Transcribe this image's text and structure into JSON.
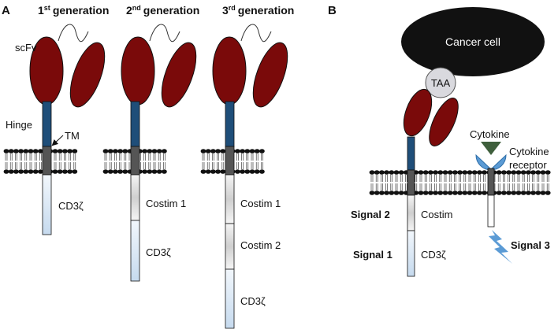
{
  "panel_a": {
    "letter": "A",
    "generations": [
      {
        "num": "1",
        "sup": "st",
        "word": "generation"
      },
      {
        "num": "2",
        "sup": "nd",
        "word": "generation"
      },
      {
        "num": "3",
        "sup": "rd",
        "word": "generation"
      }
    ],
    "labels": {
      "scfv": "scFv",
      "hinge": "Hinge",
      "tm": "TM",
      "cd3z": "CD3ζ",
      "costim1": "Costim 1",
      "costim2": "Costim 2"
    }
  },
  "panel_b": {
    "letter": "B",
    "cancer_cell": "Cancer cell",
    "taa": "TAA",
    "cytokine": "Cytokine",
    "cytokine_receptor_line1": "Cytokine",
    "cytokine_receptor_line2": "receptor",
    "costim": "Costim",
    "cd3z": "CD3ζ",
    "signal1": "Signal 1",
    "signal2": "Signal 2",
    "signal3": "Signal 3"
  },
  "colors": {
    "scfv": "#7a0a0a",
    "hinge": "#1f4e79",
    "tm": "#555555",
    "cd3z": "#dce9f5",
    "costim": "#e4e4e4",
    "cancer_cell": "#111111",
    "taa": "#d9d9de",
    "cytokine": "#3f5f3c",
    "receptor": "#5b9bd5",
    "lightning": "#5b9bd5"
  }
}
